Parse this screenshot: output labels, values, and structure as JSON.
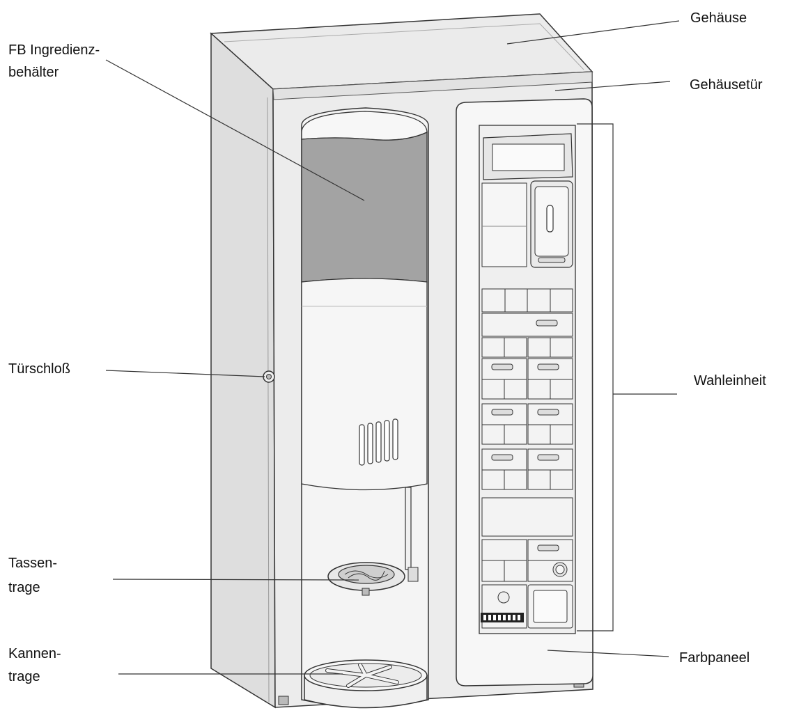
{
  "labels": {
    "gehaeuse": "Gehäuse",
    "gehaeusetuer": "Gehäusetür",
    "ingredienz_line1": "FB Ingredienz-",
    "ingredienz_line2": "behälter",
    "tuerschloss": "Türschloß",
    "wahleinheit": "Wahleinheit",
    "tassen_line1": "Tassen-",
    "tassen_line2": "trage",
    "kannen_line1": "Kannen-",
    "kannen_line2": "trage",
    "farbpaneel": "Farbpaneel"
  },
  "colors": {
    "body_light": "#eeeeee",
    "body_mid": "#e2e2e2",
    "body_side": "#dcdcdc",
    "container": "#a3a3a3",
    "outline": "#333333"
  }
}
